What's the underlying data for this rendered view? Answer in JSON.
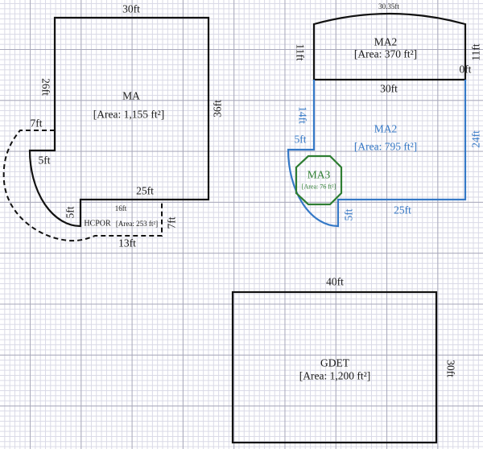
{
  "colors": {
    "wall": "#111111",
    "ma2_lower": "#3478c6",
    "ma3": "#2e7d32",
    "grid_minor": "#d9d9e6",
    "grid_major": "#a9a9bb"
  },
  "areas": {
    "ma": {
      "name": "MA",
      "area": "[Area: 1,155 ft²]",
      "dims": {
        "top": "30ft",
        "left": "26ft",
        "right": "36ft",
        "bottom": "25ft",
        "step": "5ft",
        "inner": "5ft"
      }
    },
    "hcpor": {
      "name": "HCPOR",
      "area": "[Area: 253 ft²]",
      "dims": {
        "top": "16ft",
        "left_top": "7ft",
        "right": "7ft",
        "bottom": "13ft"
      }
    },
    "ma2_upper": {
      "name": "MA2",
      "area": "[Area: 370 ft²]",
      "dims": {
        "arc": "30.35ft",
        "left": "11ft",
        "right": "11ft",
        "corner": "0ft",
        "bottom": "30ft"
      }
    },
    "ma2_lower": {
      "name": "MA2",
      "area": "[Area: 795 ft²]",
      "dims": {
        "left": "14ft",
        "step": "5ft",
        "right": "24ft",
        "inner": "5ft",
        "bottom": "25ft"
      }
    },
    "ma3": {
      "name": "MA3",
      "area": "[Area: 76 ft²]"
    },
    "gdet": {
      "name": "GDET",
      "area": "[Area: 1,200 ft²]",
      "dims": {
        "top": "40ft",
        "right": "30ft"
      }
    }
  }
}
